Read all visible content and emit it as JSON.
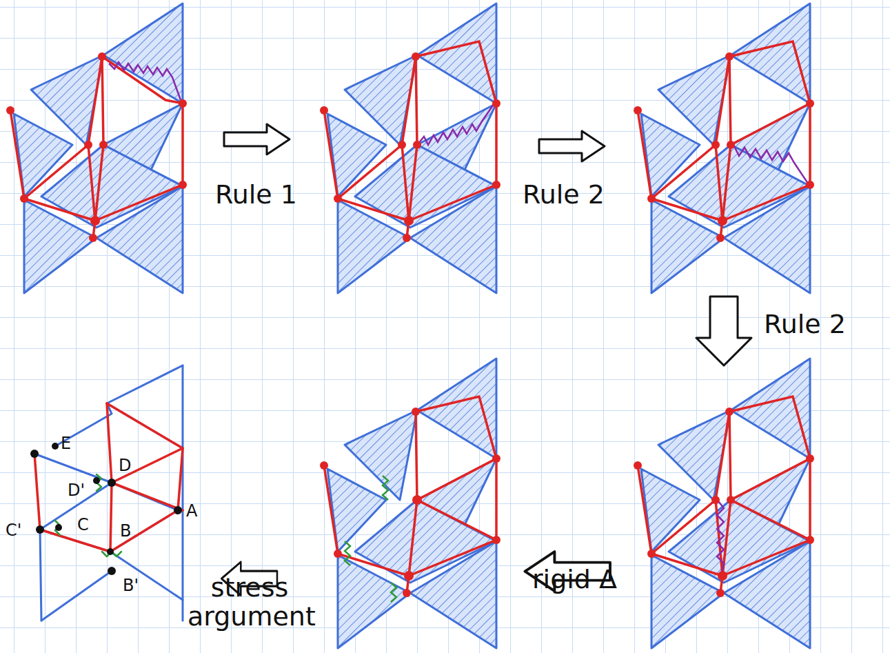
{
  "diagram": {
    "labels": [
      "Rule 1",
      "Rule 2",
      "Rule 2",
      "rigid Δ",
      "stress argument",
      "E",
      "D",
      "D'",
      "C'",
      "C",
      "B",
      "A",
      "B'"
    ]
  }
}
